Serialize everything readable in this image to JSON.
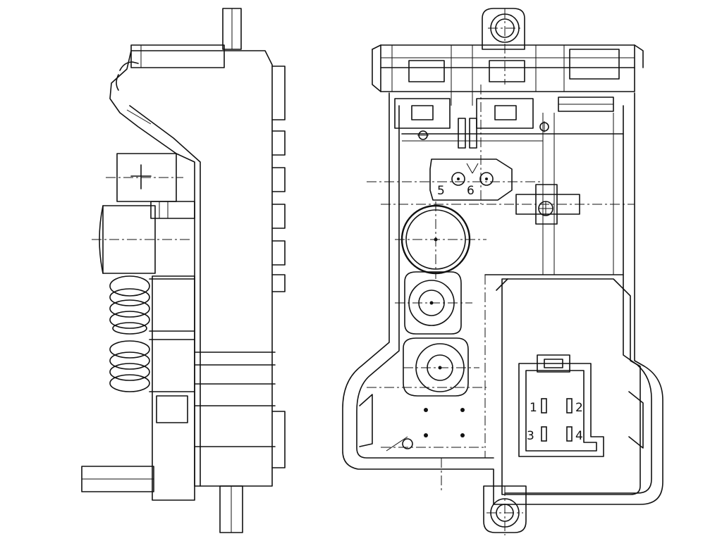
{
  "colors": {
    "line": "#111111",
    "background": "#ffffff"
  },
  "diagram": {
    "views": [
      "side-view",
      "front-view"
    ],
    "labels": {
      "terminal_5": "5",
      "terminal_6": "6",
      "pin_1": "1",
      "pin_2": "2",
      "pin_3": "3",
      "pin_4": "4"
    }
  }
}
